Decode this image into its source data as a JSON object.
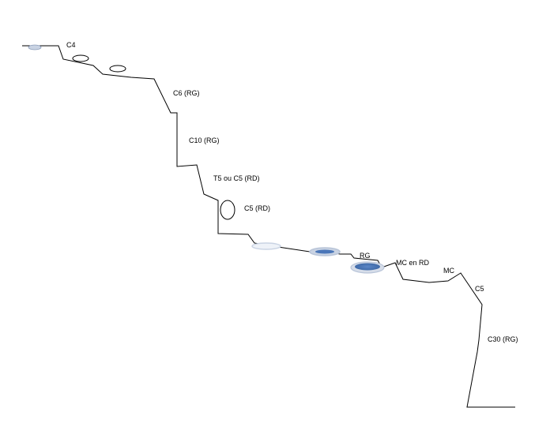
{
  "labels": {
    "c4": "C4",
    "c6": "C6 (RG)",
    "c10": "C10 (RG)",
    "t5c5": "T5 ou C5 (RD)",
    "c5rd": "C5 (RD)",
    "rg": "RG",
    "mc_rd": "MC en RD",
    "mc": "MC",
    "c5": "C5",
    "c30": "C30 (RG)"
  },
  "colors": {
    "line": "#000000",
    "pool_fill": "#4a76b8",
    "pool_rim": "#c9d3e3"
  }
}
